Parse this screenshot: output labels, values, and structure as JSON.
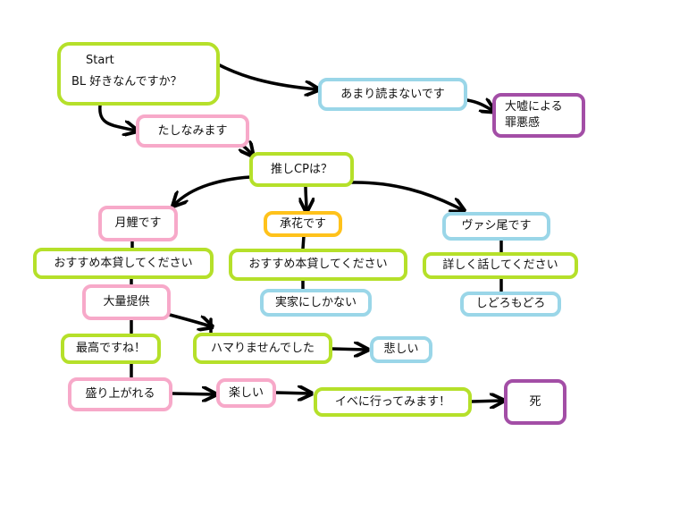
{
  "diagram": {
    "type": "flowchart",
    "nodes": {
      "start": {
        "label": "Start",
        "question": "BL 好きなんですか？",
        "color": "#b5e02a"
      },
      "not_much": {
        "label": "あまり読まないです",
        "color": "#9ad6e8"
      },
      "guilt": {
        "label_line1": "大嘘による",
        "label_line2": "罪悪感",
        "color": "#a34ea6"
      },
      "dabble": {
        "label": "たしなみます",
        "color": "#f7a9c9"
      },
      "fav_cp": {
        "label": "推しCPは？",
        "color": "#b5e02a"
      },
      "tsukikoi": {
        "label": "月鯉です",
        "color": "#f7a9c9"
      },
      "shouka": {
        "label": "承花です",
        "color": "#ffc21b"
      },
      "vashio": {
        "label": "ヴァシ尾です",
        "color": "#9ad6e8"
      },
      "rec_left": {
        "label": "おすすめ本貸してください",
        "color": "#b5e02a"
      },
      "rec_mid": {
        "label": "おすすめ本貸してください",
        "color": "#b5e02a"
      },
      "tell_more": {
        "label": "詳しく話してください",
        "color": "#b5e02a"
      },
      "mass_supply": {
        "label": "大量提供",
        "color": "#f7a9c9"
      },
      "only_home": {
        "label": "実家にしかない",
        "color": "#9ad6e8"
      },
      "flustered": {
        "label": "しどろもどろ",
        "color": "#9ad6e8"
      },
      "best": {
        "label": "最高ですね！",
        "color": "#b5e02a"
      },
      "not_hooked": {
        "label": "ハマりませんでした",
        "color": "#b5e02a"
      },
      "sad": {
        "label": "悲しい",
        "color": "#9ad6e8"
      },
      "excited": {
        "label": "盛り上がれる",
        "color": "#f7a9c9"
      },
      "fun": {
        "label": "楽しい",
        "color": "#f7a9c9"
      },
      "event": {
        "label": "イベに行ってみます！",
        "color": "#b5e02a"
      },
      "death": {
        "label": "死",
        "color": "#a34ea6"
      }
    },
    "edges": [
      [
        "start",
        "not_much",
        "arrow"
      ],
      [
        "not_much",
        "guilt",
        "arrow"
      ],
      [
        "start",
        "dabble",
        "arrow"
      ],
      [
        "dabble",
        "fav_cp",
        "arrow"
      ],
      [
        "fav_cp",
        "tsukikoi",
        "arrow"
      ],
      [
        "fav_cp",
        "shouka",
        "arrow"
      ],
      [
        "fav_cp",
        "vashio",
        "arrow"
      ],
      [
        "tsukikoi",
        "rec_left",
        "line"
      ],
      [
        "rec_left",
        "mass_supply",
        "line"
      ],
      [
        "shouka",
        "rec_mid",
        "line"
      ],
      [
        "rec_mid",
        "only_home",
        "line"
      ],
      [
        "vashio",
        "tell_more",
        "line"
      ],
      [
        "tell_more",
        "flustered",
        "line"
      ],
      [
        "mass_supply",
        "best",
        "line"
      ],
      [
        "mass_supply",
        "not_hooked",
        "arrow"
      ],
      [
        "not_hooked",
        "sad",
        "arrow"
      ],
      [
        "best",
        "excited",
        "line"
      ],
      [
        "excited",
        "fun",
        "arrow"
      ],
      [
        "fun",
        "event",
        "arrow"
      ],
      [
        "event",
        "death",
        "arrow"
      ]
    ]
  }
}
